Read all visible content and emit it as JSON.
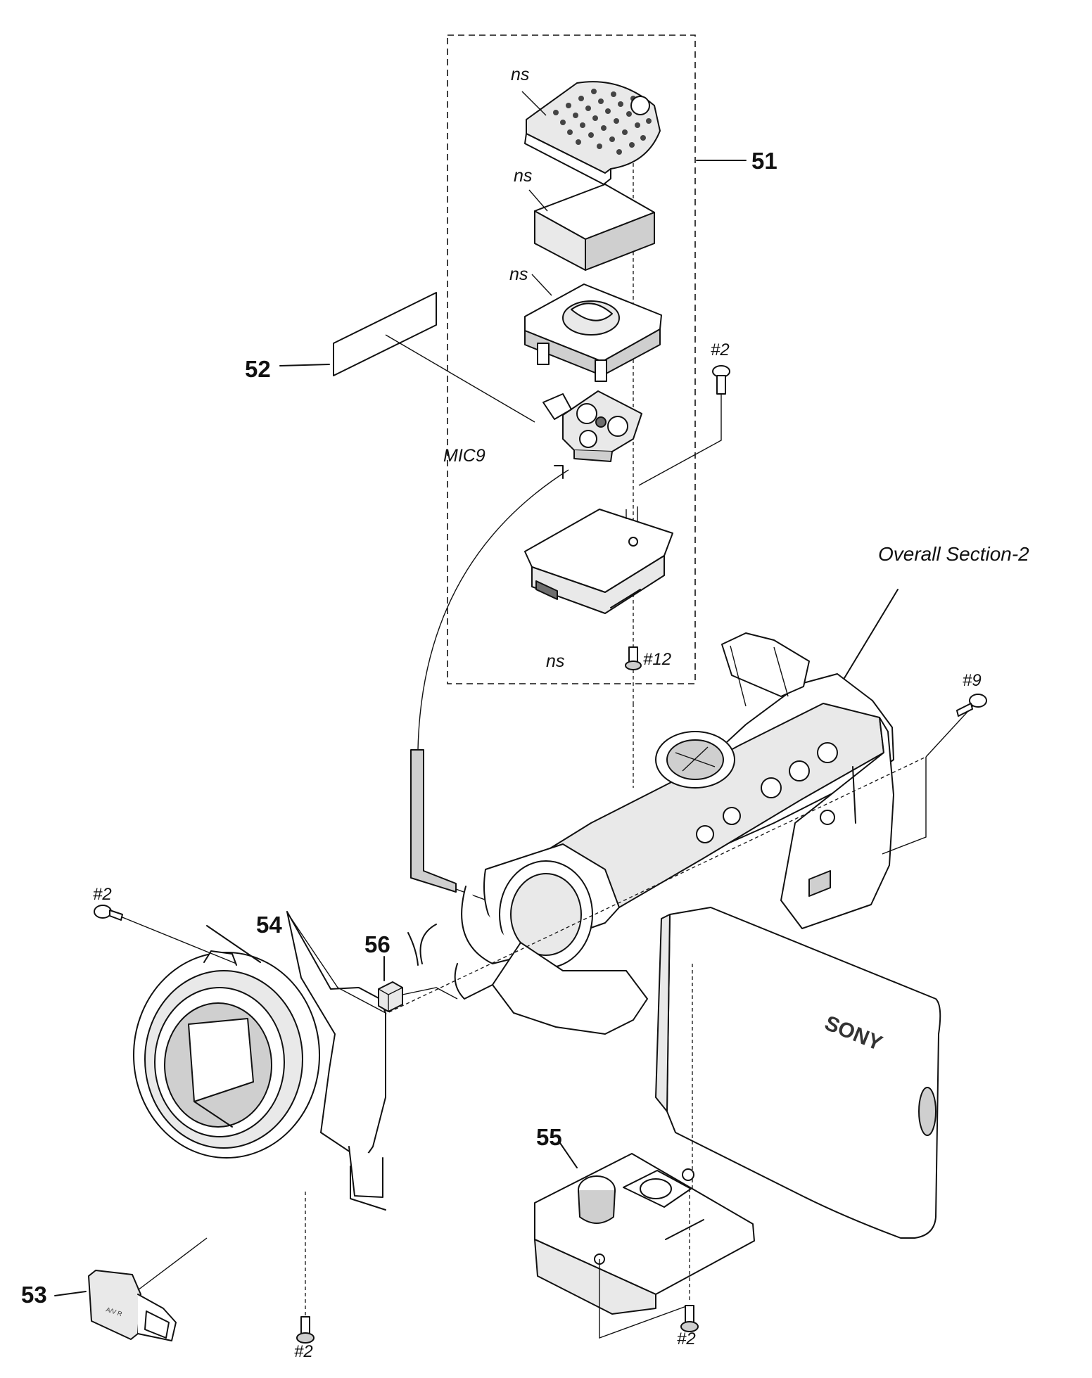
{
  "diagram": {
    "callouts": {
      "part_51": "51",
      "part_52": "52",
      "part_53": "53",
      "part_54": "54",
      "part_55": "55",
      "part_56": "56"
    },
    "notes": {
      "ns_1": "ns",
      "ns_2": "ns",
      "ns_3": "ns",
      "ns_4": "ns",
      "mic": "MIC9",
      "section_ref": "Overall Section-2"
    },
    "screws": {
      "s2_top": "#2",
      "s12": "#12",
      "s9": "#9",
      "s2_left": "#2",
      "s2_bottom_left": "#2",
      "s2_bottom_right": "#2"
    },
    "brand_text": "SONY"
  }
}
